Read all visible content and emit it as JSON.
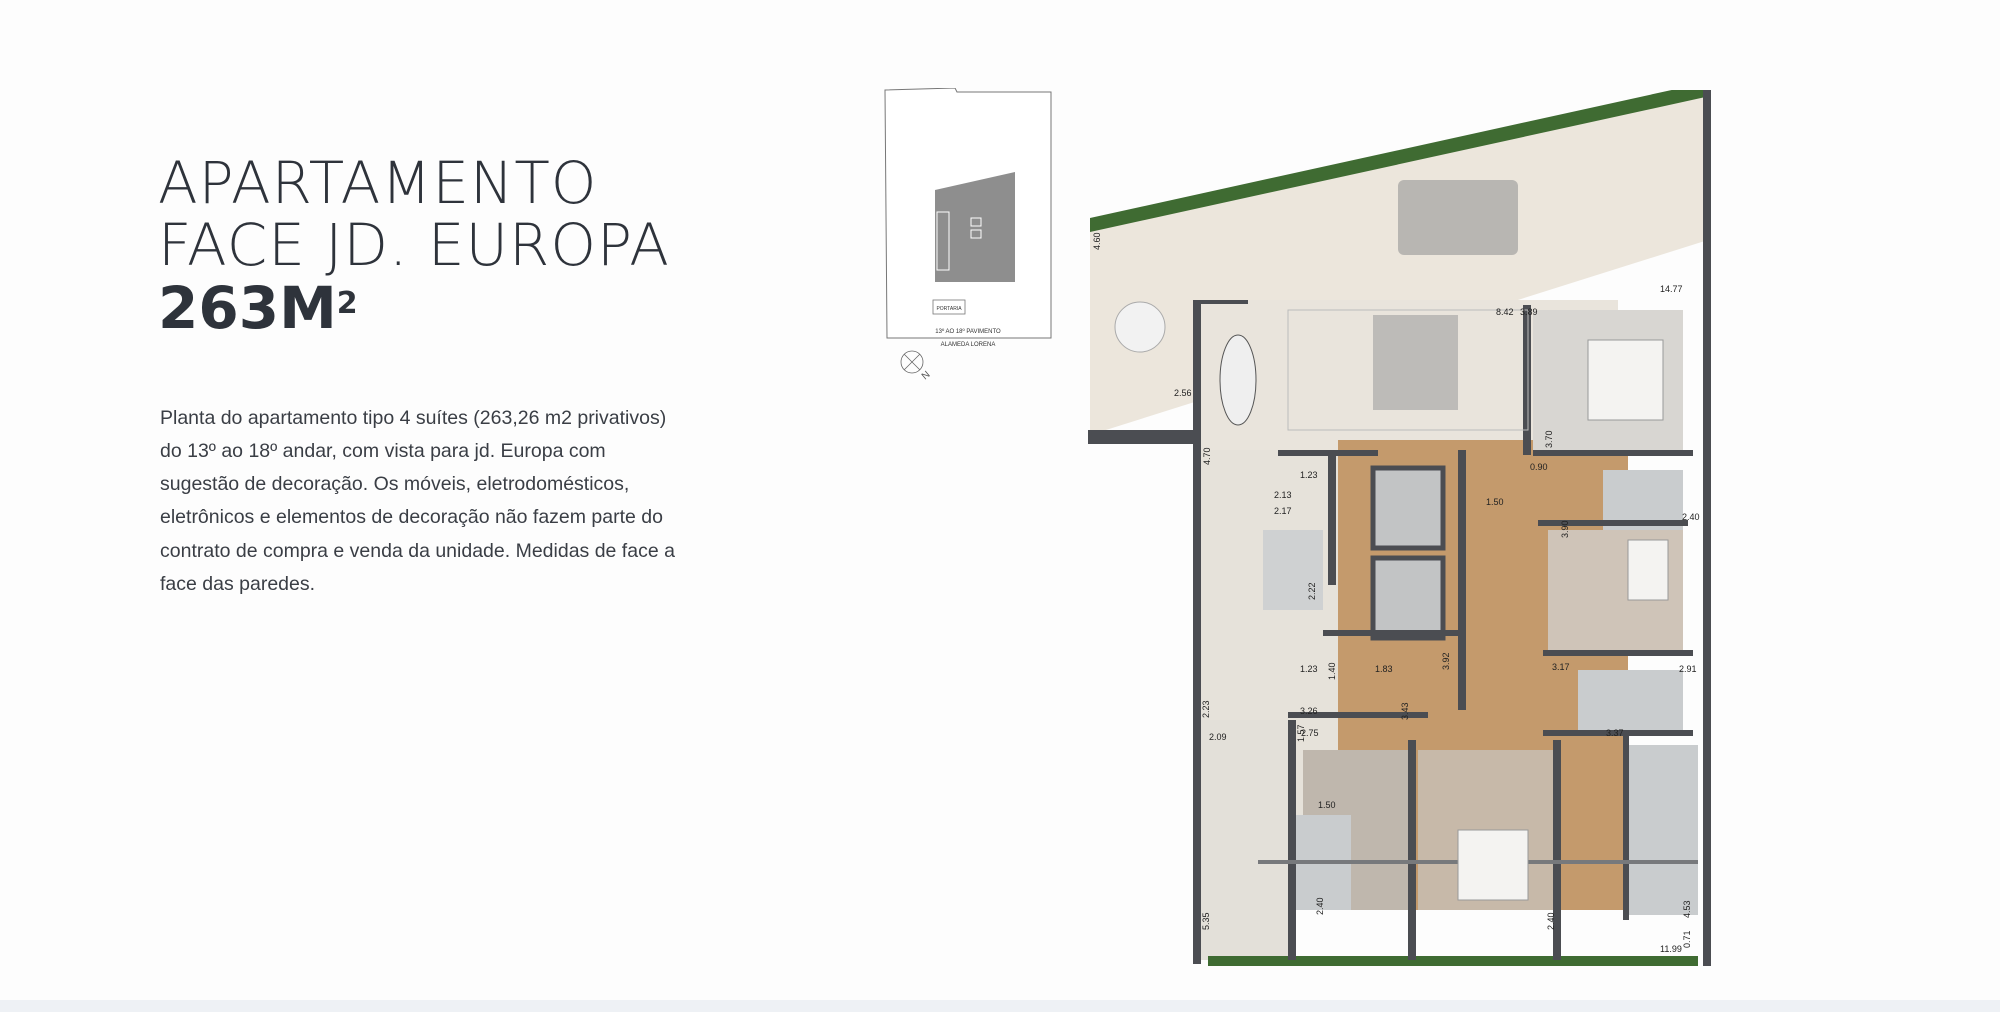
{
  "heading": {
    "line1": "APARTAMENTO",
    "line2": "FACE JD. EUROPA",
    "area": "263M",
    "area_sup": "2"
  },
  "description": "Planta do apartamento tipo 4 suítes (263,26 m2 privativos) do 13º ao 18º andar, com vista para jd. Europa com sugestão de decoração. Os móveis, eletrodomésticos, eletrônicos e elementos de decoração não fazem parte do contrato de compra e venda da unidade. Medidas de face a face das paredes.",
  "keyplan": {
    "box_label": "PORTARIA",
    "floor_label": "13º AO 18º PAVIMENTO",
    "street_label": "ALAMEDA LORENA",
    "north_label": "N"
  },
  "dimensions": {
    "d1": "4.60",
    "d2": "14.77",
    "d3": "8.42",
    "d4": "3.89",
    "d5": "2.56",
    "d6": "4.70",
    "d7": "1.23",
    "d8": "2.13",
    "d9": "2.17",
    "d10": "1.50",
    "d11": "0.90",
    "d12": "3.70",
    "d13": "2.40",
    "d14": "3.90",
    "d15": "2.22",
    "d16": "1.23",
    "d17": "1.40",
    "d18": "1.83",
    "d19": "3.92",
    "d20": "3.17",
    "d21": "2.91",
    "d22": "2.23",
    "d23": "3.26",
    "d24": "3.43",
    "d25": "2.09",
    "d26": "1.57",
    "d27": "2.75",
    "d28": "3.37",
    "d29": "1.50",
    "d30": "2.40",
    "d31": "5.35",
    "d32": "11.99",
    "d33": "0.71",
    "d34": "4.53",
    "d35": "2.40"
  },
  "colors": {
    "wall": "#4b4d52",
    "wood": "#c49a6c",
    "tile": "#ece7df",
    "garden": "#3f6b32",
    "bath": "#c9ccce"
  }
}
